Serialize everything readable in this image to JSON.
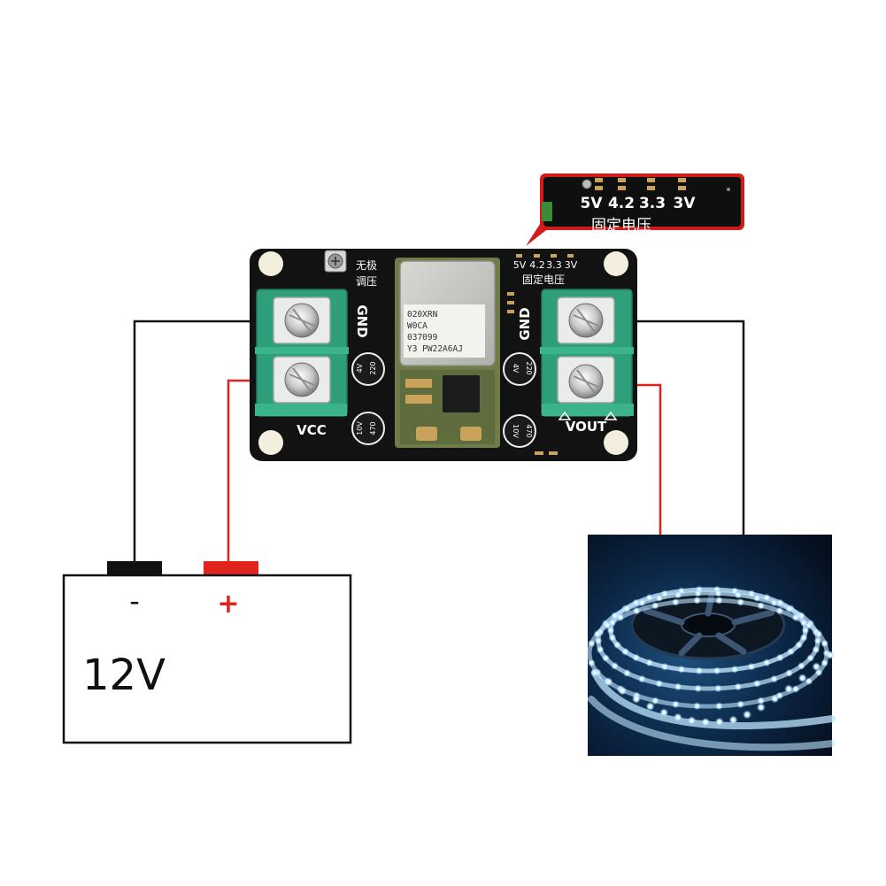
{
  "board": {
    "color": "#121212",
    "label_adjustable": [
      "无极",
      "调压"
    ],
    "label_fixed": [
      "5V",
      "4.2",
      "3.3",
      "3V"
    ],
    "label_fixed_cn": "固定电压",
    "label_gnd_left": "GND",
    "label_gnd_right": "GND",
    "label_vcc": "VCC",
    "label_vout": "VOUT",
    "module_text": [
      "020XRN",
      "W0CA",
      "037099",
      "Y3 PW22A6AJ"
    ],
    "cap_labels": [
      "4V",
      "220",
      "4V",
      "220",
      "10V",
      "470",
      "10V",
      "470"
    ],
    "terminal_color": "#2f9e7a"
  },
  "inset": {
    "labels": [
      "5V",
      "4.2",
      "3.3",
      "3V"
    ],
    "label_cn": "固定电压"
  },
  "battery": {
    "label": "12V",
    "minus": "-",
    "plus": "+"
  },
  "wire_colors": {
    "negative": "#111111",
    "positive": "#e0231c"
  },
  "led_strip": {
    "background": "#0a1a2e",
    "glow": "#bfe6ff"
  }
}
